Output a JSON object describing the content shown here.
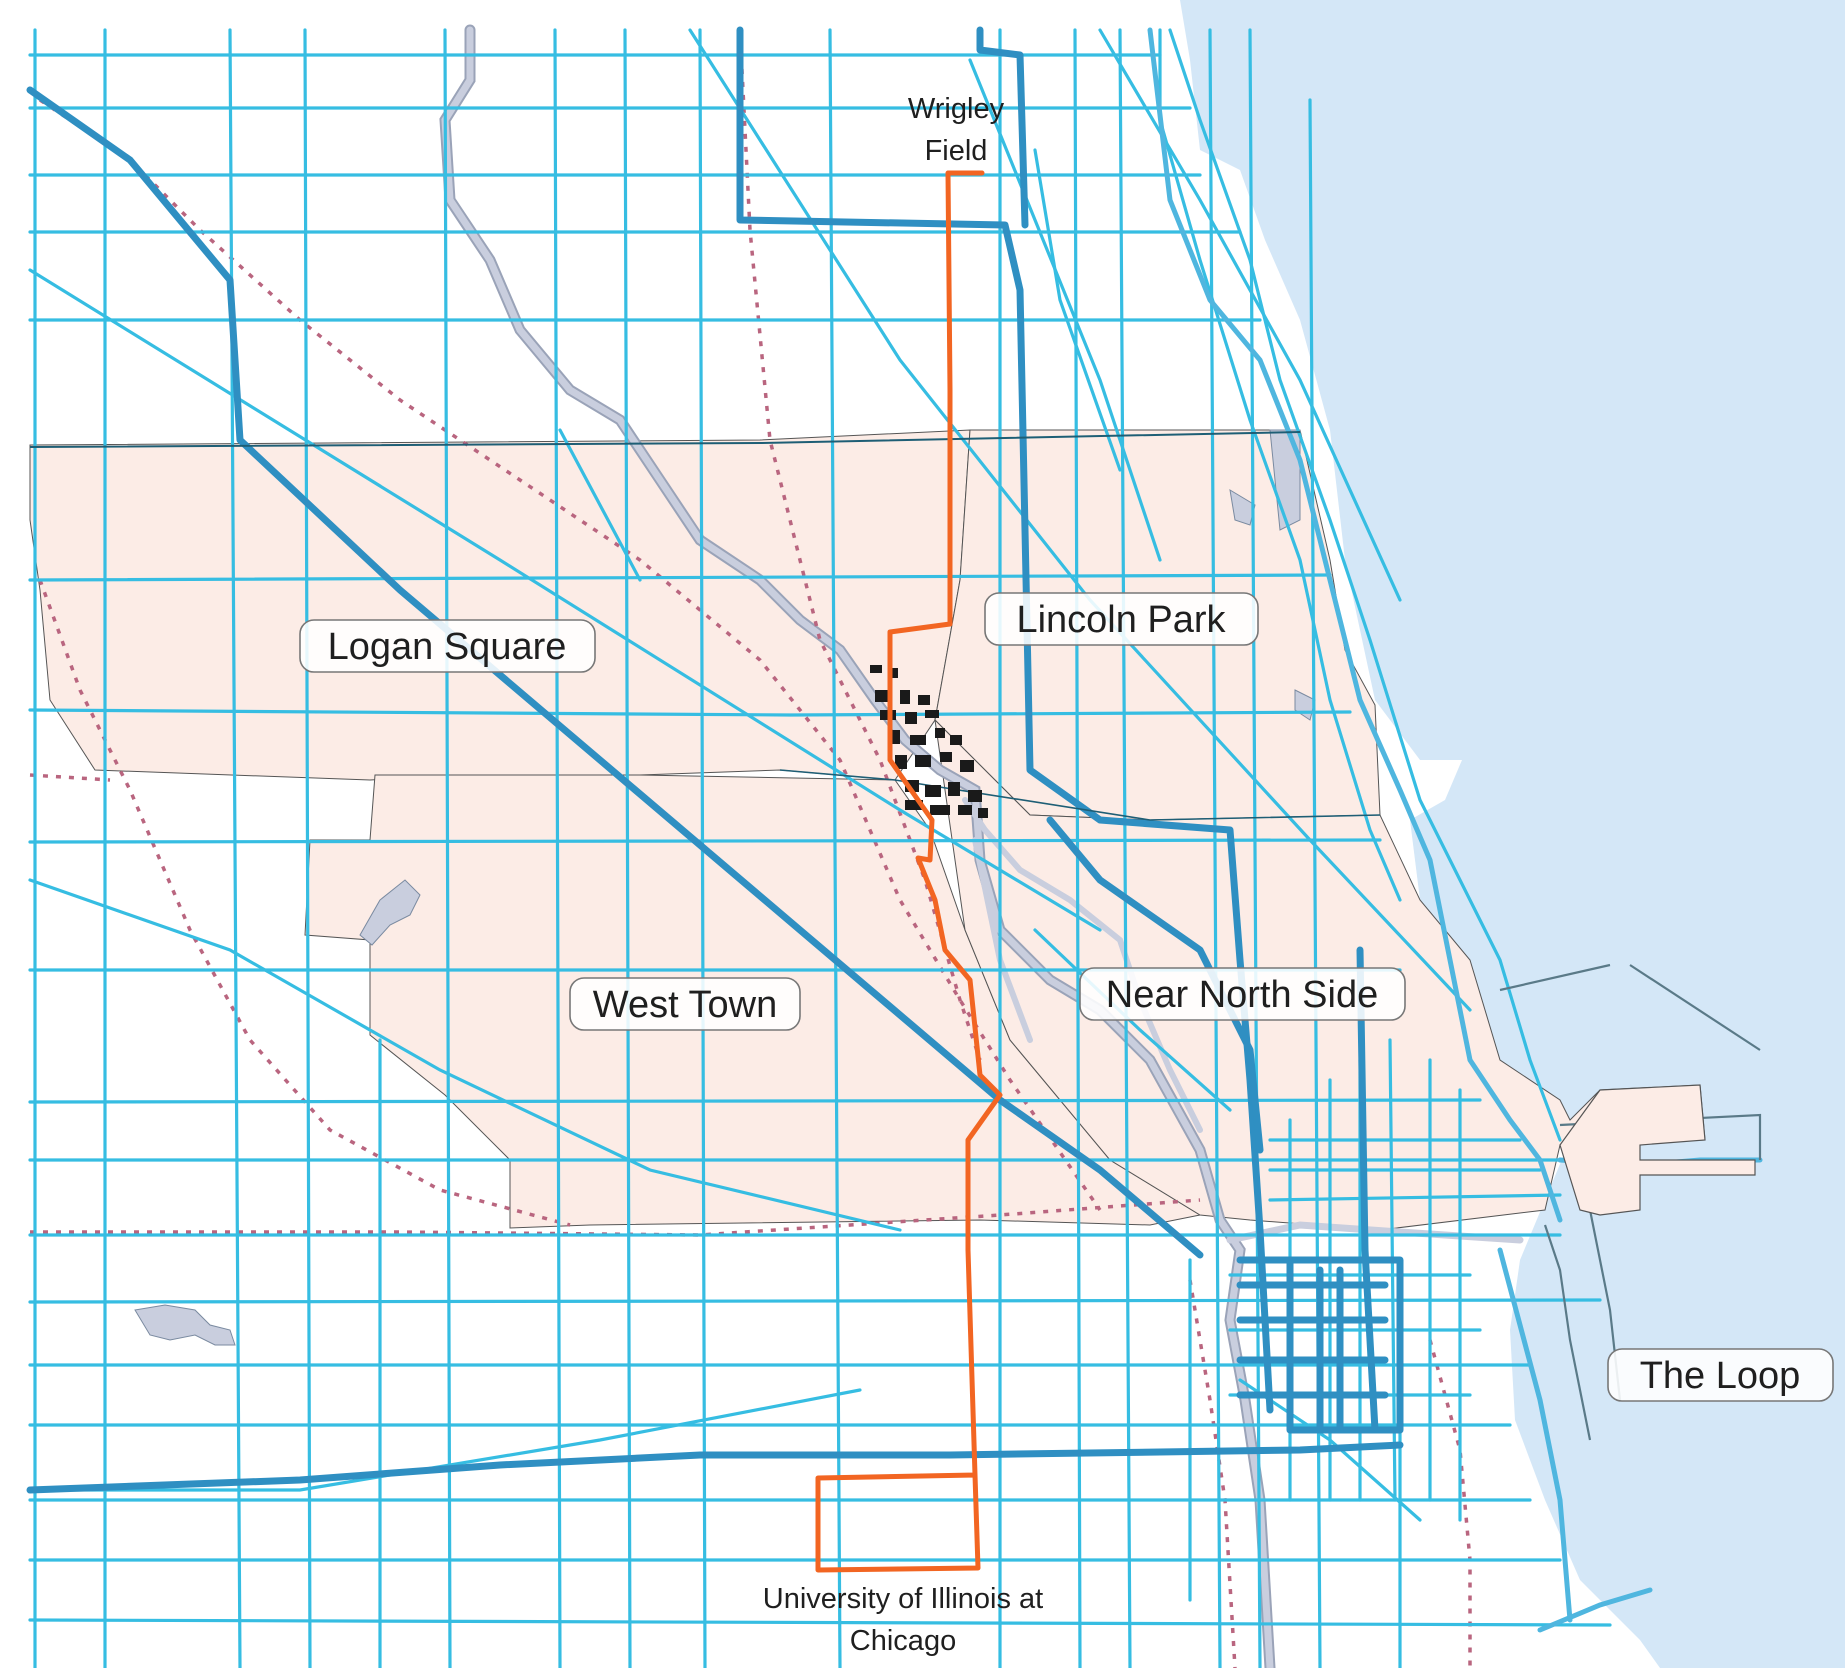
{
  "colors": {
    "water": "#d4e7f7",
    "land": "#ffffff",
    "community_area": "#fcece6",
    "street": "#36bde2",
    "arterial": "#2f8fc2",
    "route": "#f26522",
    "rail": "#b9657f",
    "river": "#c9cede",
    "boundary": "#1e5e75"
  },
  "labels": {
    "wrigley_field_1": "Wrigley",
    "wrigley_field_2": "Field",
    "logan_square": "Logan Square",
    "lincoln_park": "Lincoln Park",
    "west_town": "West Town",
    "near_north_side": "Near North Side",
    "the_loop": "The Loop",
    "uic_1": "University of Illinois at",
    "uic_2": "Chicago"
  },
  "icons": {
    "route": "orange-route-line",
    "buildings": "building-footprints-icon"
  }
}
